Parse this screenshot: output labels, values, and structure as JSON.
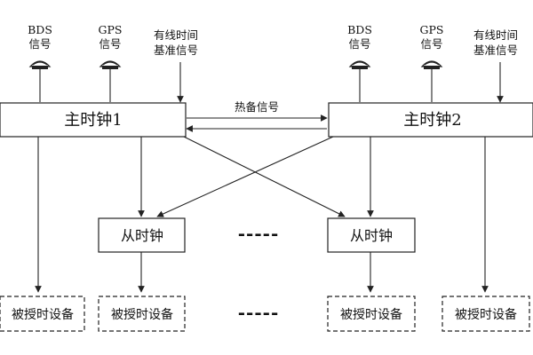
{
  "antenna_labels": {
    "bds_line1": "BDS",
    "bds_line2": "信号",
    "gps_line1": "GPS",
    "gps_line2": "信号",
    "wired_line1": "有线时间",
    "wired_line2": "基准信号"
  },
  "master_clocks": {
    "left": "主时钟1",
    "right": "主时钟2"
  },
  "hot_standby_label": "热备信号",
  "slave_clock_label": "从时钟",
  "ellipsis_label": "-----",
  "timed_device_label": "被授时设备",
  "colors": {
    "stroke": "#222222",
    "background": "#ffffff",
    "text": "#111111"
  }
}
